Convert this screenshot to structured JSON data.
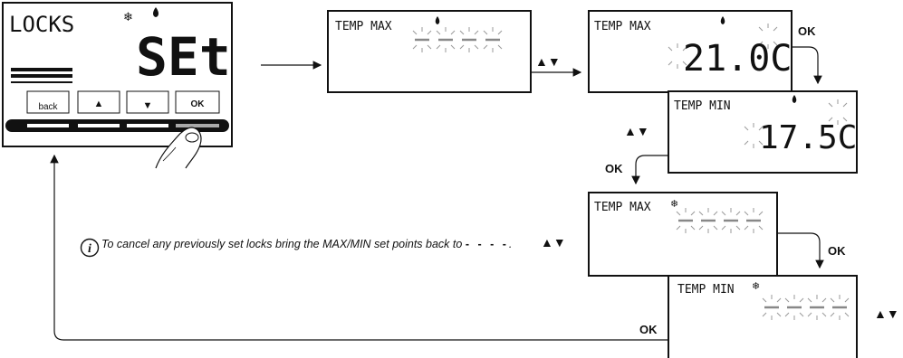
{
  "device": {
    "title": "LOCKS",
    "display_value": "SEt",
    "snowflake": "❄",
    "buttons": {
      "back": "back",
      "up": "▲",
      "down": "▼",
      "ok": "OK"
    }
  },
  "screens": [
    {
      "id": "temp-max-1",
      "label": "TEMP MAX",
      "mode_icon": "flame-icon",
      "value": ""
    },
    {
      "id": "temp-max-2",
      "label": "TEMP MAX",
      "mode_icon": "flame-icon",
      "value": "21.0C"
    },
    {
      "id": "temp-min-1",
      "label": "TEMP MIN",
      "mode_icon": "flame-icon",
      "value": "17.5C"
    },
    {
      "id": "temp-max-3",
      "label": "TEMP MAX",
      "mode_icon": "snowflake-icon",
      "value": ""
    },
    {
      "id": "temp-min-2",
      "label": "TEMP MIN",
      "mode_icon": "snowflake-icon",
      "value": ""
    }
  ],
  "labels": {
    "ok": "OK",
    "updown": "▲▼"
  },
  "note": {
    "text": "To cancel any previously set locks bring the MAX/MIN set points back to",
    "dashes": "- - - -",
    "end": "."
  }
}
